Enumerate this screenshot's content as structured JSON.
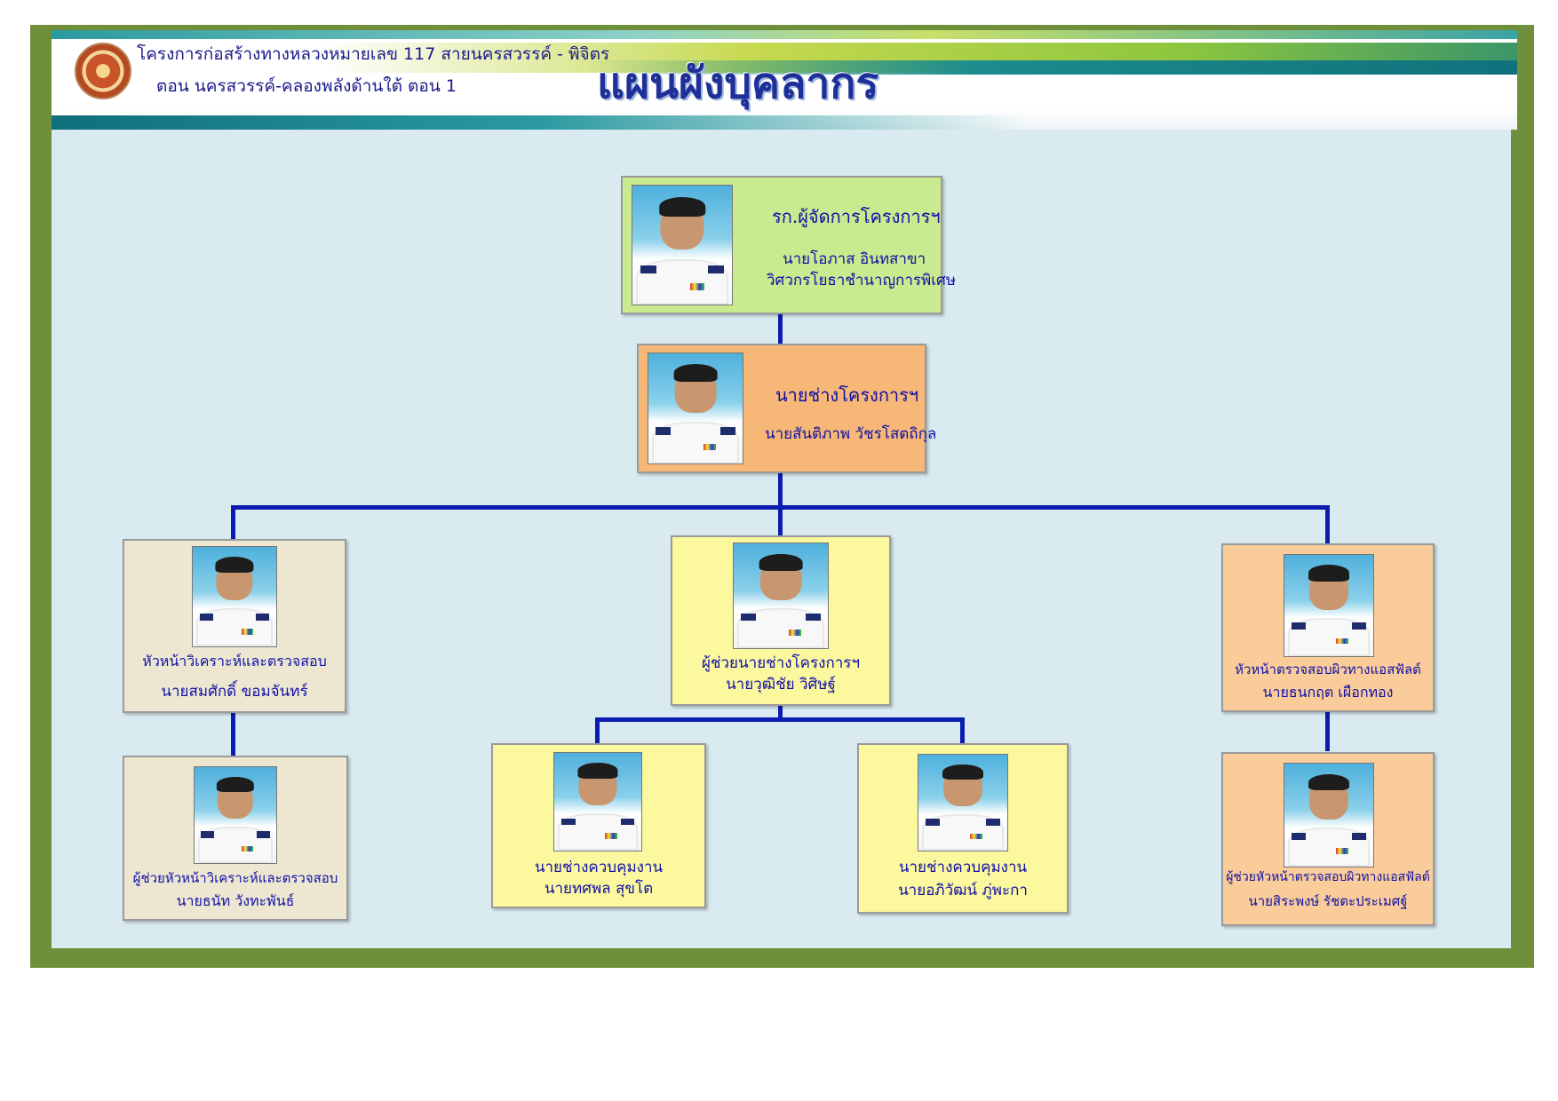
{
  "header": {
    "project_line1": "โครงการก่อสร้างทางหลวงหมายเลข 117 สายนครสวรรค์ - พิจิตร",
    "project_line2": "ตอน นครสวรรค์-คลองพลังด้านใต้ ตอน 1",
    "title": "แผนผังบุคลากร"
  },
  "org": {
    "manager": {
      "role": "รก.ผู้จัดการโครงการฯ",
      "name": "นายโอภาส อินทสาขา",
      "position": "วิศวกรโยธาชำนาญการพิเศษ"
    },
    "engineer": {
      "role": "นายช่างโครงการฯ",
      "name": "นายสันติภาพ วัชรโสตถิกุล"
    },
    "left_head": {
      "role": "หัวหน้าวิเคราะห์และตรวจสอบ",
      "name": "นายสมศักดิ์ ขอมจันทร์"
    },
    "left_asst": {
      "role": "ผู้ช่วยหัวหน้าวิเคราะห์และตรวจสอบ",
      "name": "นายธนัท วังทะพันธ์"
    },
    "center_asst": {
      "role": "ผู้ช่วยนายช่างโครงการฯ",
      "name": "นายวุฒิชัย วิศิษฐ์"
    },
    "ctrl1": {
      "role": "นายช่างควบคุมงาน",
      "name": "นายทศพล สุขโต"
    },
    "ctrl2": {
      "role": "นายช่างควบคุมงาน",
      "name": "นายอภิวัฒน์ ภู่พะกา"
    },
    "right_head": {
      "role": "หัวหน้าตรวจสอบผิวทางแอสฟัลต์",
      "name": "นายธนกฤต เผือกทอง"
    },
    "right_asst": {
      "role": "ผู้ช่วยหัวหน้าตรวจสอบผิวทางแอสฟัลต์",
      "name": "นายสิระพงษ์ รัชตะประเมศฐ์"
    }
  },
  "colors": {
    "frame": "#6f8f3a",
    "panel": "#d9ebf1",
    "connector": "#0c1cb0",
    "manager_box": "#c9ea8e",
    "engineer_box": "#f6b777",
    "left_box": "#ede7d2",
    "center_box": "#fbf89e",
    "right_box": "#f9cc9a",
    "text": "#1010a8"
  }
}
